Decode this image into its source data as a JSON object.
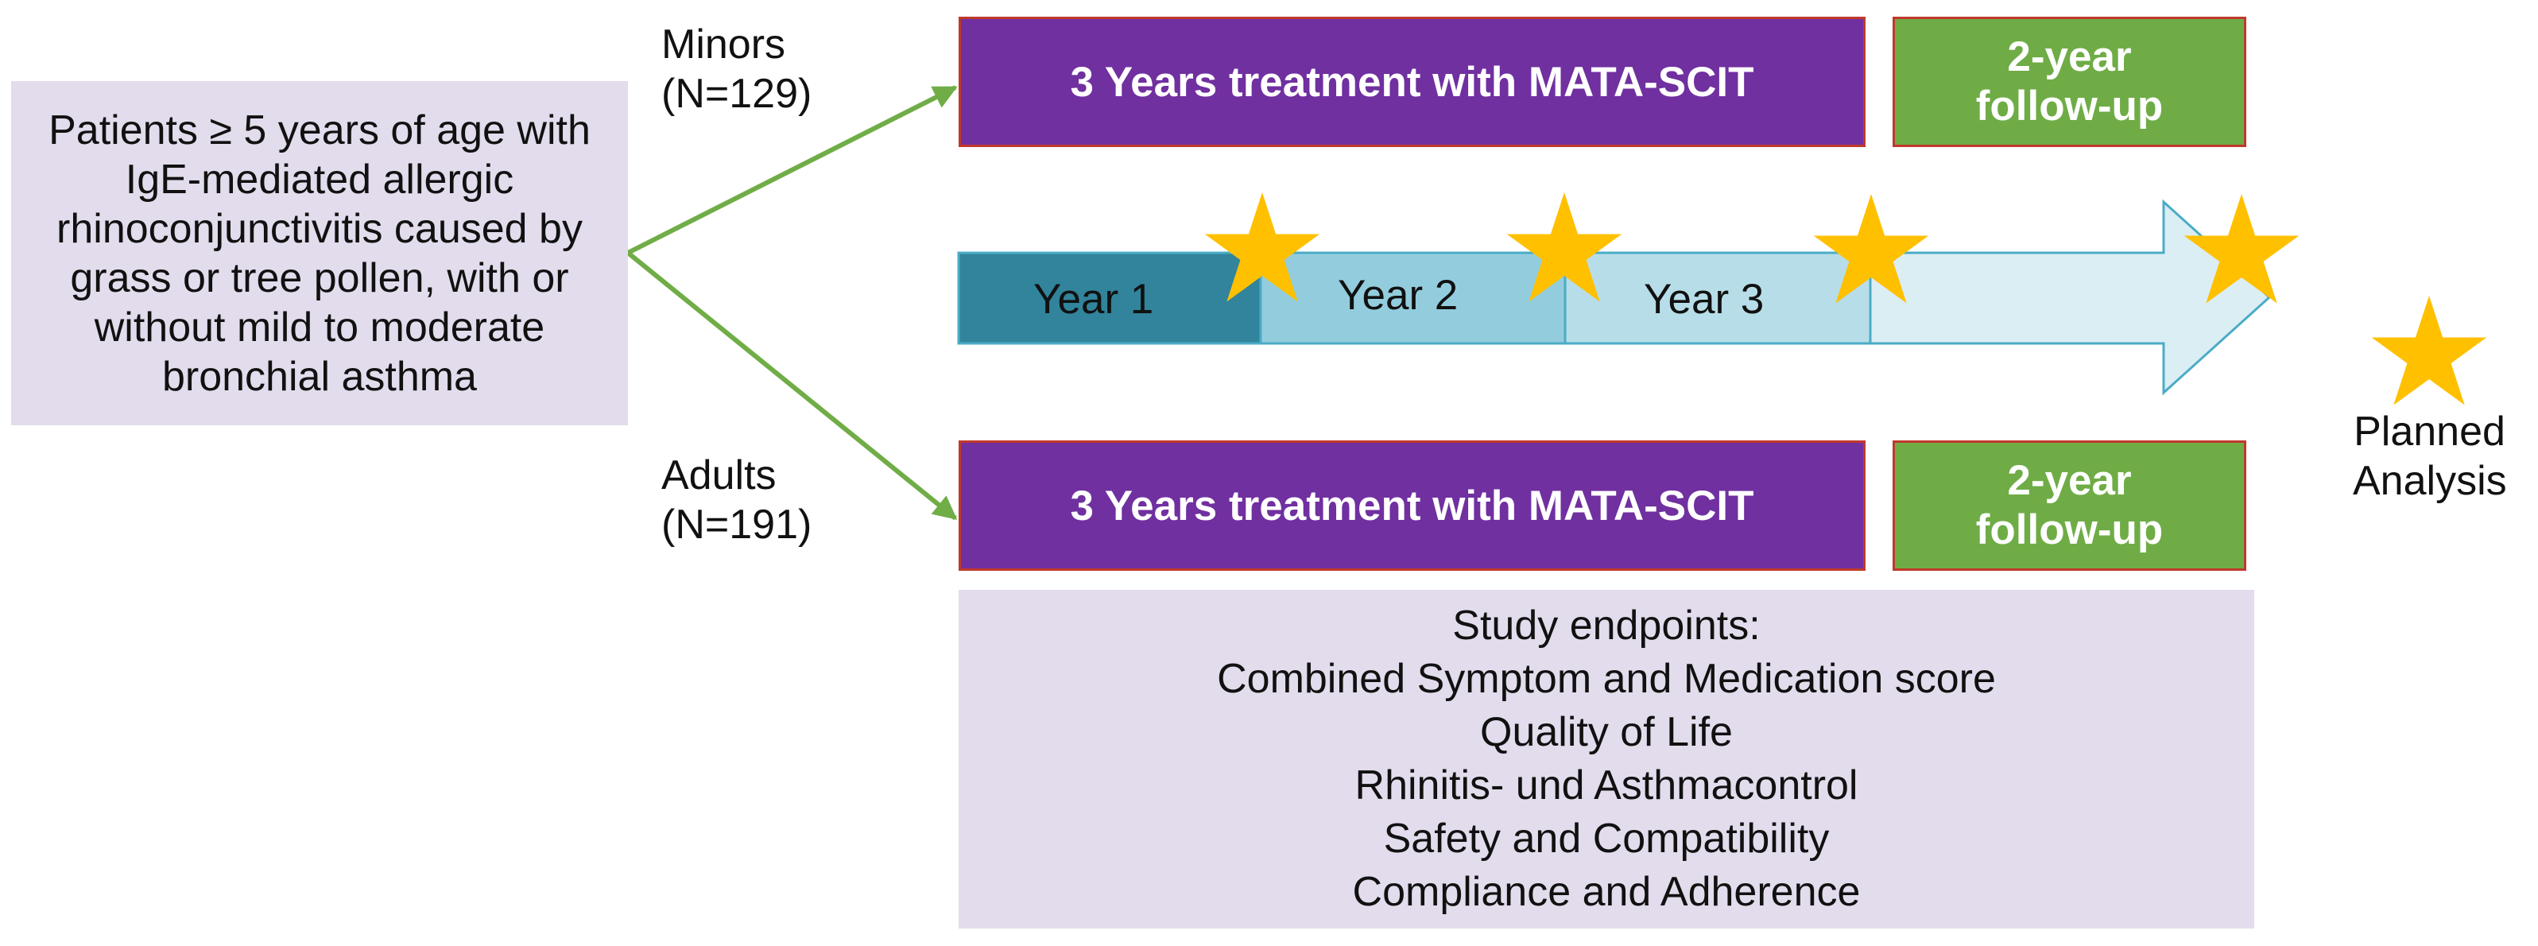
{
  "patients": {
    "lines": [
      "Patients ≥ 5 years of age with",
      "IgE-mediated allergic",
      "rhinoconjunctivitis caused by",
      "grass or tree pollen, with or",
      "without mild to moderate",
      "bronchial asthma"
    ]
  },
  "minors": {
    "label": "Minors",
    "n": "(N=129)"
  },
  "adults": {
    "label": "Adults",
    "n": "(N=191)"
  },
  "treatment_label": "3 Years treatment with MATA-SCIT",
  "followup": {
    "line1": "2-year",
    "line2": "follow-up"
  },
  "timeline": {
    "years": [
      "Year 1",
      "Year 2",
      "Year 3"
    ]
  },
  "legend": {
    "line1": "Planned",
    "line2": "Analysis"
  },
  "endpoints": {
    "title": "Study endpoints:",
    "items": [
      "Combined Symptom and Medication score",
      "Quality of Life",
      "Rhinitis- und Asthmacontrol",
      "Safety and Compatibility",
      "Compliance and Adherence"
    ]
  },
  "colors": {
    "purple": "#7030a0",
    "green": "#6fac46",
    "lavender": "#e2dcec",
    "year1": "#31849b",
    "year2": "#93cddd",
    "year3": "#b7dee8",
    "followup_arrow": "#dbeef4",
    "star": "#ffc000",
    "connector": "#70ad47"
  }
}
